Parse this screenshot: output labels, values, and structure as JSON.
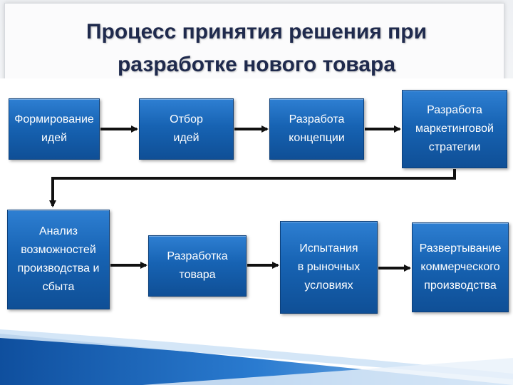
{
  "title": "Процесс принятия решения при разработке нового товара",
  "row1": [
    {
      "label": "Формирование\nидей"
    },
    {
      "label": "Отбор\nидей"
    },
    {
      "label": "Разработа\nконцепции"
    },
    {
      "label": "Разработа\nмаркетинговой\nстратегии"
    }
  ],
  "row2": [
    {
      "label": "Анализ\nвозможностей\nпроизводства и\nсбыта"
    },
    {
      "label": "Разработка\nтовара"
    },
    {
      "label": "Испытания\nв рыночных\nусловиях"
    },
    {
      "label": "Развертывание\nкоммерческого\nпроизводства"
    }
  ],
  "colors": {
    "box_fill": "#1763b3",
    "arrow": "#111111",
    "title": "#1f2a4d",
    "decor_blue": "#1e63b8"
  }
}
